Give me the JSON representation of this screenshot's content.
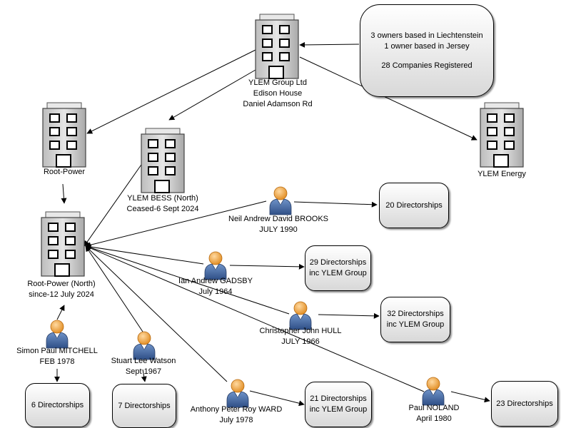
{
  "info": {
    "line1": "3 owners based in Liechtenstein",
    "line2": "1 owner based in Jersey",
    "line3": "28 Companies Registered"
  },
  "companies": {
    "ylem_group": {
      "name": "YLEM Group Ltd",
      "line2": "Edison House",
      "line3": "Daniel Adamson Rd"
    },
    "ylem_energy": {
      "name": "YLEM Energy"
    },
    "root_power": {
      "name": "Root-Power"
    },
    "ylem_bess": {
      "name": "YLEM BESS (North)",
      "status": "Ceased-6 Sept 2024"
    },
    "root_power_north": {
      "name": "Root-Power (North)",
      "status": "since-12 July 2024"
    }
  },
  "people": {
    "brooks": {
      "name": "Neil Andrew David BROOKS",
      "dob": "JULY 1990"
    },
    "gadsby": {
      "name": "Ian Andrew GADSBY",
      "dob": "July 1964"
    },
    "hull": {
      "name": "Christopher John HULL",
      "dob": "JULY 1966"
    },
    "noland": {
      "name": "Paul NOLAND",
      "dob": "April 1980"
    },
    "ward": {
      "name": "Anthony Peter Roy WARD",
      "dob": "July 1978"
    },
    "watson": {
      "name": "Stuart Lee Watson",
      "dob": "Sept 1967"
    },
    "mitchell": {
      "name": "Simon Paul MITCHELL",
      "dob": "FEB 1978"
    }
  },
  "directorships": {
    "brooks": {
      "line1": "20 Directorships"
    },
    "gadsby": {
      "line1": "29 Directorships",
      "line2": "inc YLEM Group"
    },
    "hull": {
      "line1": "32 Directorships",
      "line2": "inc YLEM Group"
    },
    "noland": {
      "line1": "23 Directorships"
    },
    "ward": {
      "line1": "21 Directorships",
      "line2": "inc YLEM Group"
    },
    "watson": {
      "line1": "7 Directorships"
    },
    "mitchell": {
      "line1": "6 Directorships"
    }
  },
  "icons": {
    "building": "office-building-icon",
    "person": "person-icon"
  }
}
